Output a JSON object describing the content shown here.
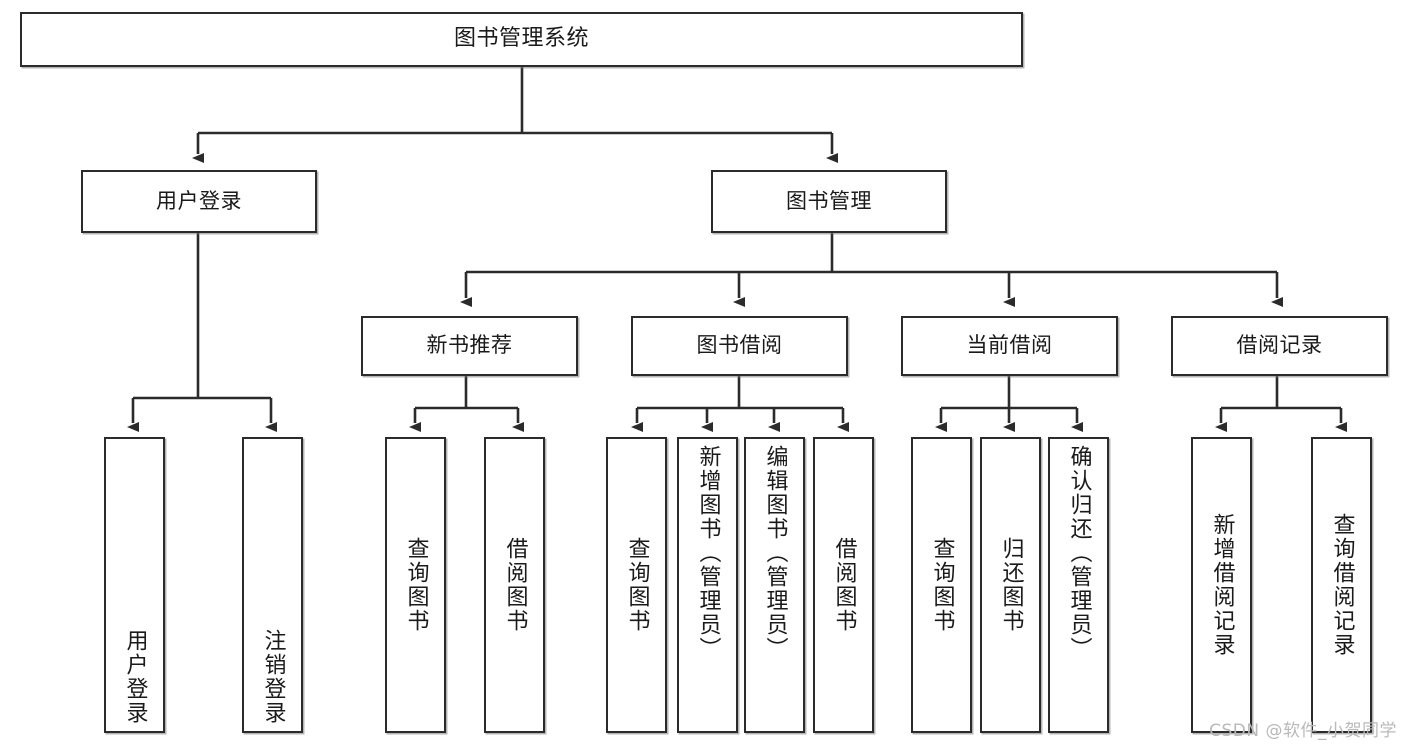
{
  "diagram": {
    "type": "tree",
    "title": "图书管理系统",
    "watermark": "CSDN @软件_小贺同学",
    "colors": {
      "box_border": "#2b2b2b",
      "box_fill": "#ffffff",
      "connector": "#2b2b2b",
      "watermark": "#b9b9b9",
      "page_background": "#ffffff"
    },
    "nodes": {
      "root": {
        "label": "图书管理系统"
      },
      "tier2": [
        {
          "id": "user-login",
          "label": "用户登录"
        },
        {
          "id": "book-management",
          "label": "图书管理"
        }
      ],
      "tier3": [
        {
          "id": "new-book-recommend",
          "label": "新书推荐"
        },
        {
          "id": "book-borrow",
          "label": "图书借阅"
        },
        {
          "id": "current-borrow",
          "label": "当前借阅"
        },
        {
          "id": "borrow-record",
          "label": "借阅记录"
        }
      ],
      "leaves": {
        "user-login": [
          {
            "id": "leaf-user-login",
            "label": "用户登录"
          },
          {
            "id": "leaf-logout-login",
            "label": "注销登录"
          }
        ],
        "new-book-recommend": [
          {
            "id": "leaf-query-book-1",
            "label": "查询图书"
          },
          {
            "id": "leaf-borrow-book-1",
            "label": "借阅图书"
          }
        ],
        "book-borrow": [
          {
            "id": "leaf-query-book-2",
            "label": "查询图书"
          },
          {
            "id": "leaf-add-book",
            "label": "新增图书（管理员）"
          },
          {
            "id": "leaf-edit-book",
            "label": "编辑图书（管理员）"
          },
          {
            "id": "leaf-borrow-book-2",
            "label": "借阅图书"
          }
        ],
        "current-borrow": [
          {
            "id": "leaf-query-book-3",
            "label": "查询图书"
          },
          {
            "id": "leaf-return-book",
            "label": "归还图书"
          },
          {
            "id": "leaf-confirm-return",
            "label": "确认归还（管理员）"
          }
        ],
        "borrow-record": [
          {
            "id": "leaf-add-record",
            "label": "新增借阅记录"
          },
          {
            "id": "leaf-query-record",
            "label": "查询借阅记录"
          }
        ]
      }
    },
    "edges": [
      {
        "from": "图书管理系统",
        "to": "用户登录"
      },
      {
        "from": "图书管理系统",
        "to": "图书管理"
      },
      {
        "from": "图书管理",
        "to": "新书推荐"
      },
      {
        "from": "图书管理",
        "to": "图书借阅"
      },
      {
        "from": "图书管理",
        "to": "当前借阅"
      },
      {
        "from": "图书管理",
        "to": "借阅记录"
      },
      {
        "from": "用户登录",
        "to": "用户登录"
      },
      {
        "from": "用户登录",
        "to": "注销登录"
      },
      {
        "from": "新书推荐",
        "to": "查询图书"
      },
      {
        "from": "新书推荐",
        "to": "借阅图书"
      },
      {
        "from": "图书借阅",
        "to": "查询图书"
      },
      {
        "from": "图书借阅",
        "to": "新增图书（管理员）"
      },
      {
        "from": "图书借阅",
        "to": "编辑图书（管理员）"
      },
      {
        "from": "图书借阅",
        "to": "借阅图书"
      },
      {
        "from": "当前借阅",
        "to": "查询图书"
      },
      {
        "from": "当前借阅",
        "to": "归还图书"
      },
      {
        "from": "当前借阅",
        "to": "确认归还（管理员）"
      },
      {
        "from": "借阅记录",
        "to": "新增借阅记录"
      },
      {
        "from": "借阅记录",
        "to": "查询借阅记录"
      }
    ]
  }
}
